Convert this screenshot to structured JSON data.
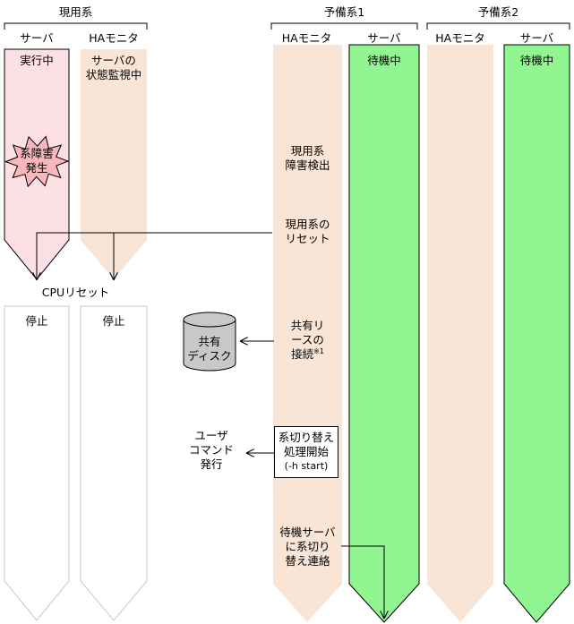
{
  "groups": {
    "active": "現用系",
    "standby1": "予備系1",
    "standby2": "予備系2"
  },
  "columns": {
    "active_server": "サーバ",
    "active_ha": "HAモニタ",
    "sb1_ha": "HAモニタ",
    "sb1_server": "サーバ",
    "sb2_ha": "HAモニタ",
    "sb2_server": "サーバ"
  },
  "states": {
    "active_server_running": "実行中",
    "active_ha_monitor": [
      "サーバの",
      "状態監視中"
    ],
    "sb1_server_waiting": "待機中",
    "sb2_server_waiting": "待機中"
  },
  "failure_burst": [
    "系障害",
    "発生"
  ],
  "cpu_reset": "CPUリセット",
  "stopped_server": "停止",
  "stopped_ha": "停止",
  "steps": {
    "detect": [
      "現用系",
      "障害検出"
    ],
    "reset": [
      "現用系の",
      "リセット"
    ],
    "connect": [
      "共有リ",
      "ースの",
      "接続"
    ],
    "connect_note": "※1",
    "switch_start": [
      "系切り替え",
      "処理開始",
      "(-h start)"
    ],
    "notify": [
      "待機サーバ",
      "に系切り",
      "替え連絡"
    ]
  },
  "disk": [
    "共有",
    "ディスク"
  ],
  "user_command": [
    "ユーザ",
    "コマンド",
    "発行"
  ],
  "colors": {
    "server_active": "#fde0e3",
    "ha_bg": "#f8e5d6",
    "standby_server": "#91f591",
    "stopped_stroke": "#c8c8c8",
    "burst": "#f9b7bb",
    "disk": "#c8c8c8"
  }
}
